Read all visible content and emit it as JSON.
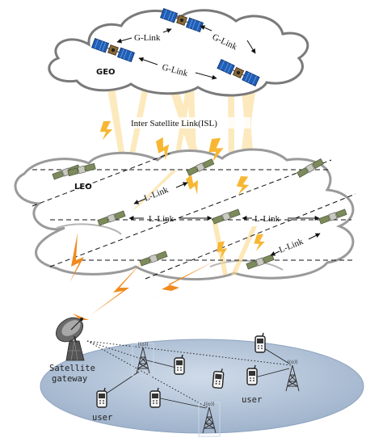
{
  "labels": {
    "geo": "GEO",
    "leo": "LEO",
    "g_link_1": "G-Link",
    "g_link_2": "G-Link",
    "g_link_3": "G-Link",
    "isl": "Inter Satellite Link(ISL)",
    "l_link_1": "L-Link",
    "l_link_2": "L-Link",
    "l_link_3": "L-Link",
    "l_link_4": "L-Link",
    "gateway_line1": "Satellite",
    "gateway_line2": "gateway",
    "user_1": "user",
    "user_2": "user"
  },
  "colors": {
    "cloud_stroke": "#7a7a7a",
    "beam_fill": "#fbd98a",
    "bolt_fill": "#f7b733",
    "bolt_orange": "#f08a1e",
    "panel_blue": "#1f5fb8",
    "leo_green": "#7c8a5c",
    "ground_fill": "#b8c8dc"
  },
  "icons": [
    "satellite-icon",
    "satellite-dish-icon",
    "mobile-phone-icon",
    "radio-tower-icon",
    "lightning-bolt-icon",
    "cloud-icon"
  ]
}
